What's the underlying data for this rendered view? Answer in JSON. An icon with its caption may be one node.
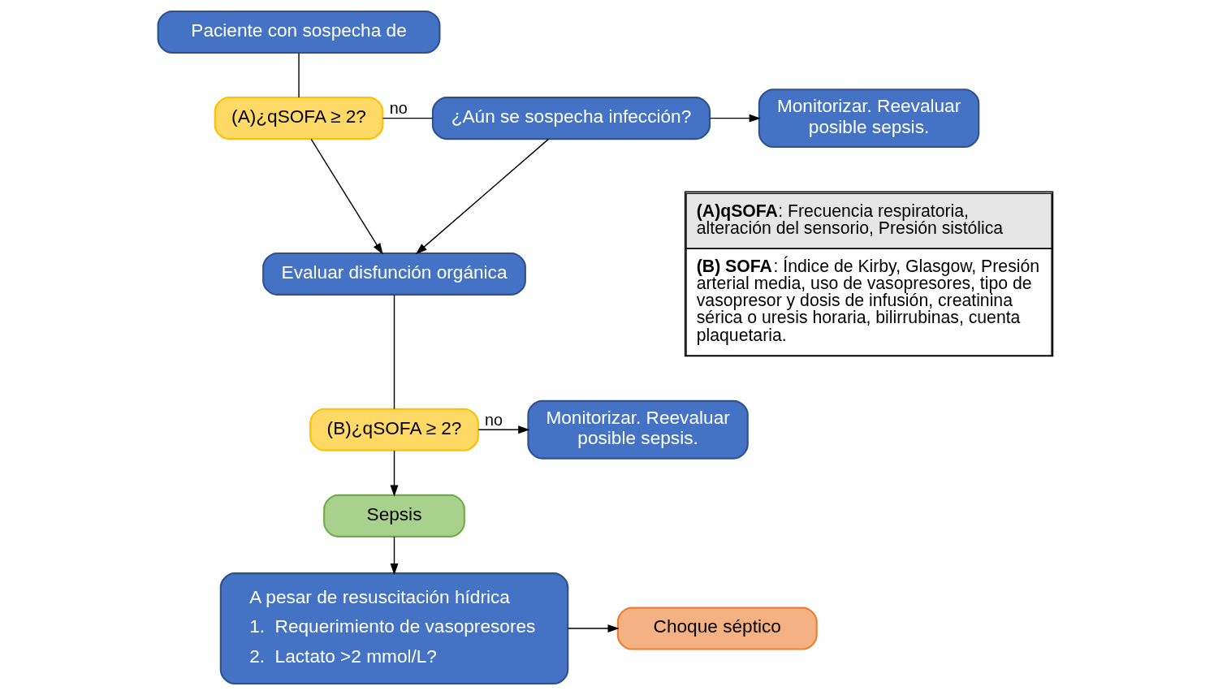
{
  "diagram": {
    "nodes": [
      {
        "text": [
          "Paciente con sospecha de"
        ]
      },
      {
        "text": [
          "(A)¿qSOFA ≥ 2?"
        ]
      },
      {
        "text": [
          "¿Aún se sospecha infección?"
        ]
      },
      {
        "text": [
          "Monitorizar. Reevaluar posible sepsis."
        ]
      },
      {
        "text": [
          "Evaluar disfunción orgánica"
        ]
      },
      {
        "text": [
          "(B)¿qSOFA ≥ 2?"
        ]
      },
      {
        "text": [
          "Monitorizar. Reevaluar posible sepsis."
        ]
      },
      {
        "text": [
          "Sepsis"
        ]
      },
      {
        "text": [
          "A pesar de resuscitación hídrica",
          "1.  Requerimiento de vasopresores",
          "2.  Lactato >2 mmol/L?"
        ]
      },
      {
        "text": [
          "Choque séptico"
        ]
      }
    ],
    "edges": [
      {
        "from": 0,
        "to": 1,
        "arrow": "none"
      },
      {
        "from": 1,
        "to": 2,
        "arrow": "none",
        "label": "no"
      },
      {
        "from": 2,
        "to": 3,
        "arrow": "to"
      },
      {
        "from": 1,
        "to": 4,
        "arrow": "to"
      },
      {
        "from": 2,
        "to": 4,
        "arrow": "to"
      },
      {
        "from": 4,
        "to": 5,
        "arrow": "none"
      },
      {
        "from": 5,
        "to": 6,
        "arrow": "to",
        "label": "no"
      },
      {
        "from": 5,
        "to": 7,
        "arrow": "to"
      },
      {
        "from": 7,
        "to": 8,
        "arrow": "to"
      },
      {
        "from": 8,
        "to": 9,
        "arrow": "to"
      }
    ],
    "labels": [
      "**(A)qSOFA**: Frecuencia respiratoria, alteración del sensorio, Presión sistólica",
      "**(B) SOFA**: Índice de Kirby, Glasgow, Presión arterial media, uso de vasopresores, tipo de vasopresor y dosis de infusión, creatinina sérica o uresis horaria, bilirrubinas, cuenta plaquetaria."
    ]
  }
}
